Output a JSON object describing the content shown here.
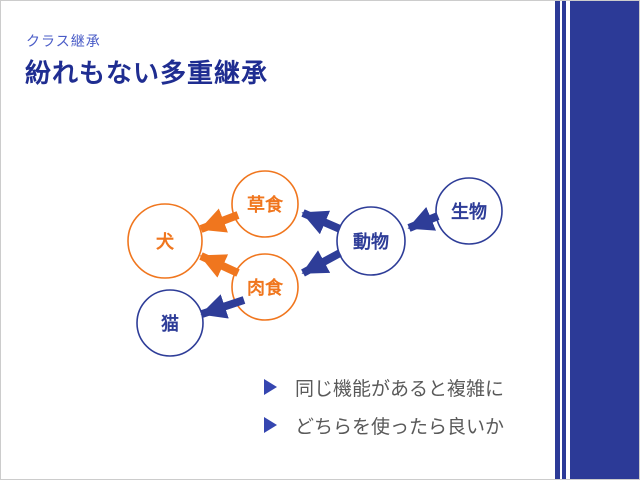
{
  "slide": {
    "kicker": "クラス継承",
    "title": "紛れもない多重継承"
  },
  "diagram": {
    "nodes": [
      {
        "id": "dog",
        "label": "犬",
        "color": "orange"
      },
      {
        "id": "herbivore",
        "label": "草食",
        "color": "orange"
      },
      {
        "id": "carnivore",
        "label": "肉食",
        "color": "orange"
      },
      {
        "id": "animal",
        "label": "動物",
        "color": "blue"
      },
      {
        "id": "organism",
        "label": "生物",
        "color": "blue"
      },
      {
        "id": "cat",
        "label": "猫",
        "color": "blue"
      }
    ],
    "arrows": [
      {
        "from": "organism",
        "to": "animal",
        "color": "blue"
      },
      {
        "from": "animal",
        "to": "herbivore",
        "color": "blue"
      },
      {
        "from": "animal",
        "to": "carnivore",
        "color": "blue"
      },
      {
        "from": "carnivore",
        "to": "cat",
        "color": "blue"
      },
      {
        "from": "herbivore",
        "to": "dog",
        "color": "orange"
      },
      {
        "from": "carnivore",
        "to": "dog",
        "color": "orange"
      }
    ]
  },
  "bullets": [
    {
      "text": "同じ機能があると複雑に"
    },
    {
      "text": "どちらを使ったら良いか"
    }
  ],
  "colors": {
    "blue": "#2e3d98",
    "orange": "#f0761e",
    "kicker_blue": "#4a5cc7",
    "title_blue": "#1f2d91",
    "band_blue": "#2c3a97",
    "bullet_text_gray": "#595959"
  }
}
